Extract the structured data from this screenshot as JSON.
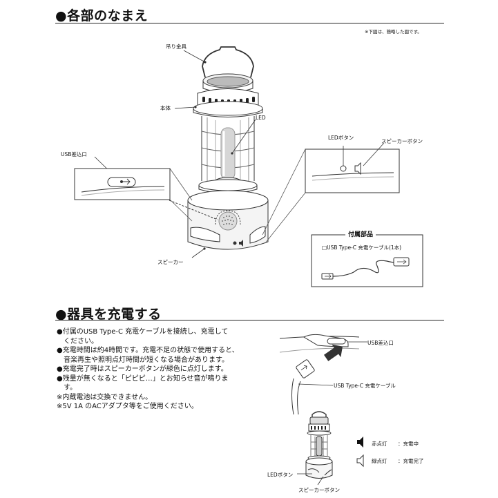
{
  "section1": {
    "title": "●各部のなまえ",
    "note": "※下図は、簡略した図です。",
    "labels": {
      "hanger": "吊り金具",
      "body": "本体",
      "led": "LED",
      "usb_port": "USB差込口",
      "led_button": "LEDボタン",
      "speaker_button": "スピーカーボタン",
      "speaker": "スピーカー"
    },
    "accessory": {
      "title": "付属部品",
      "item": "□USB Type-C 充電ケーブル(1本)"
    }
  },
  "section2": {
    "title": "●器具を充電する",
    "bullets": [
      "●付属のUSB Type-C 充電ケーブルを接続し、充電して",
      "　ください。",
      "●充電時間は約4時間です。充電不足の状態で使用すると、",
      "　音楽再生や照明点灯時間が短くなる場合があります。",
      "●充電完了時はスピーカーボタンが緑色に点灯します。",
      "●残量が無くなると「ピピピ…」とお知らせ音が鳴りま",
      "　す。",
      "※内蔵電池は交換できません。",
      "※5V 1A のACアダプタ等をご使用ください。"
    ],
    "labels": {
      "usb_port": "USB差込口",
      "cable": "USB Type-C 充電ケーブル",
      "led_button": "LEDボタン",
      "speaker_button": "スピーカーボタン"
    },
    "legend": [
      {
        "icon": "speaker-filled",
        "label": "赤点灯",
        "desc": "：充電中"
      },
      {
        "icon": "speaker-outline",
        "label": "緑点灯",
        "desc": "：充電完了"
      }
    ]
  }
}
